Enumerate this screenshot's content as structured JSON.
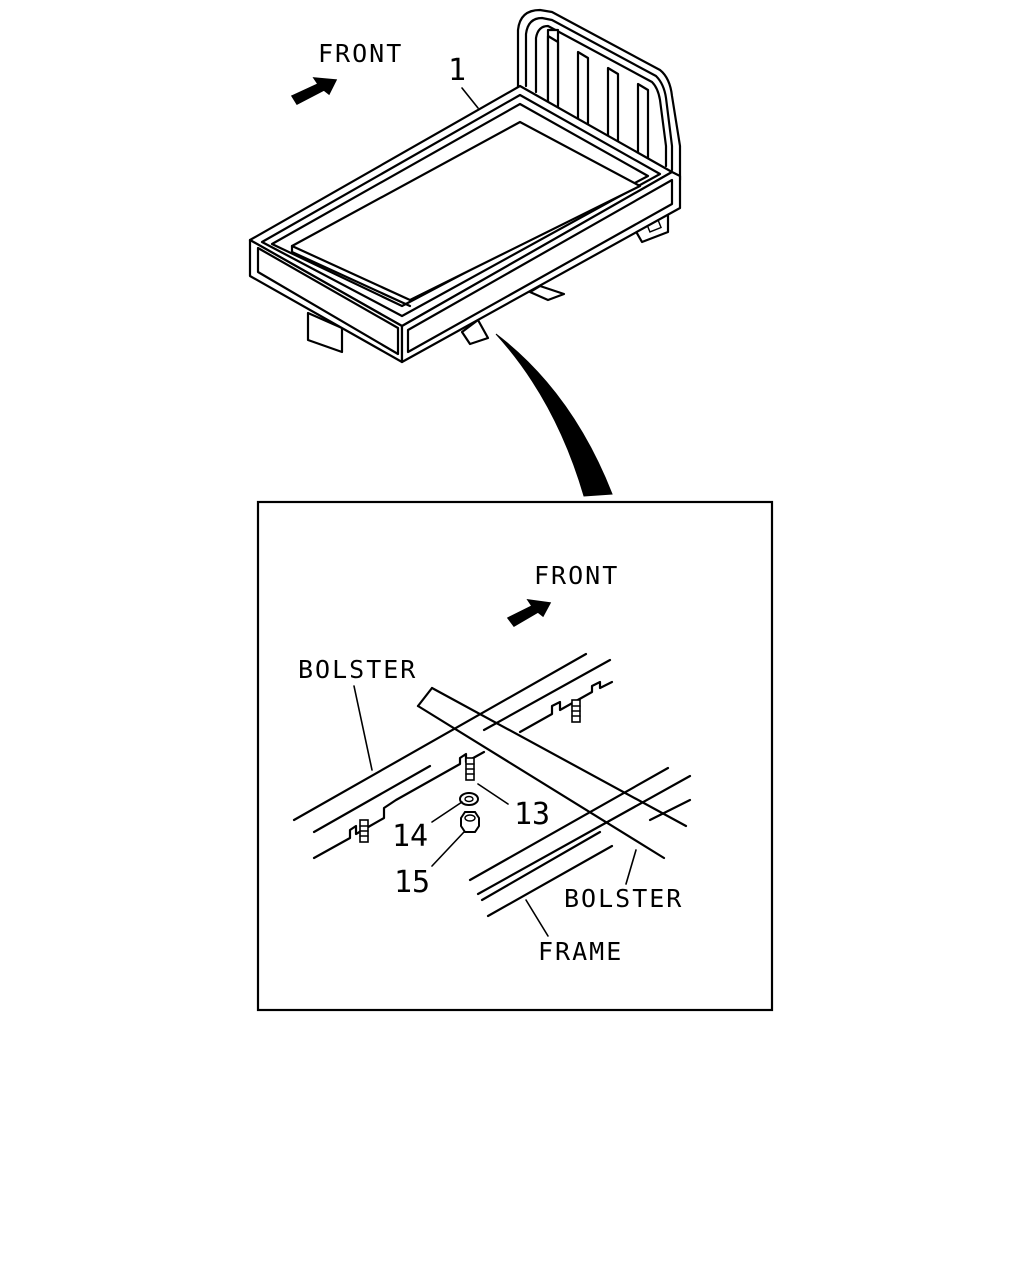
{
  "top_view": {
    "direction_label": "FRONT",
    "callouts": [
      {
        "id": "1",
        "part": "body"
      }
    ]
  },
  "detail_view": {
    "direction_label": "FRONT",
    "labels": {
      "bolster_upper": "BOLSTER",
      "bolster_lower": "BOLSTER",
      "frame": "FRAME"
    },
    "callouts": [
      {
        "id": "13",
        "part": "stud bolt"
      },
      {
        "id": "14",
        "part": "washer"
      },
      {
        "id": "15",
        "part": "nut"
      }
    ]
  },
  "colors": {
    "ink": "#000000",
    "background": "#ffffff"
  }
}
